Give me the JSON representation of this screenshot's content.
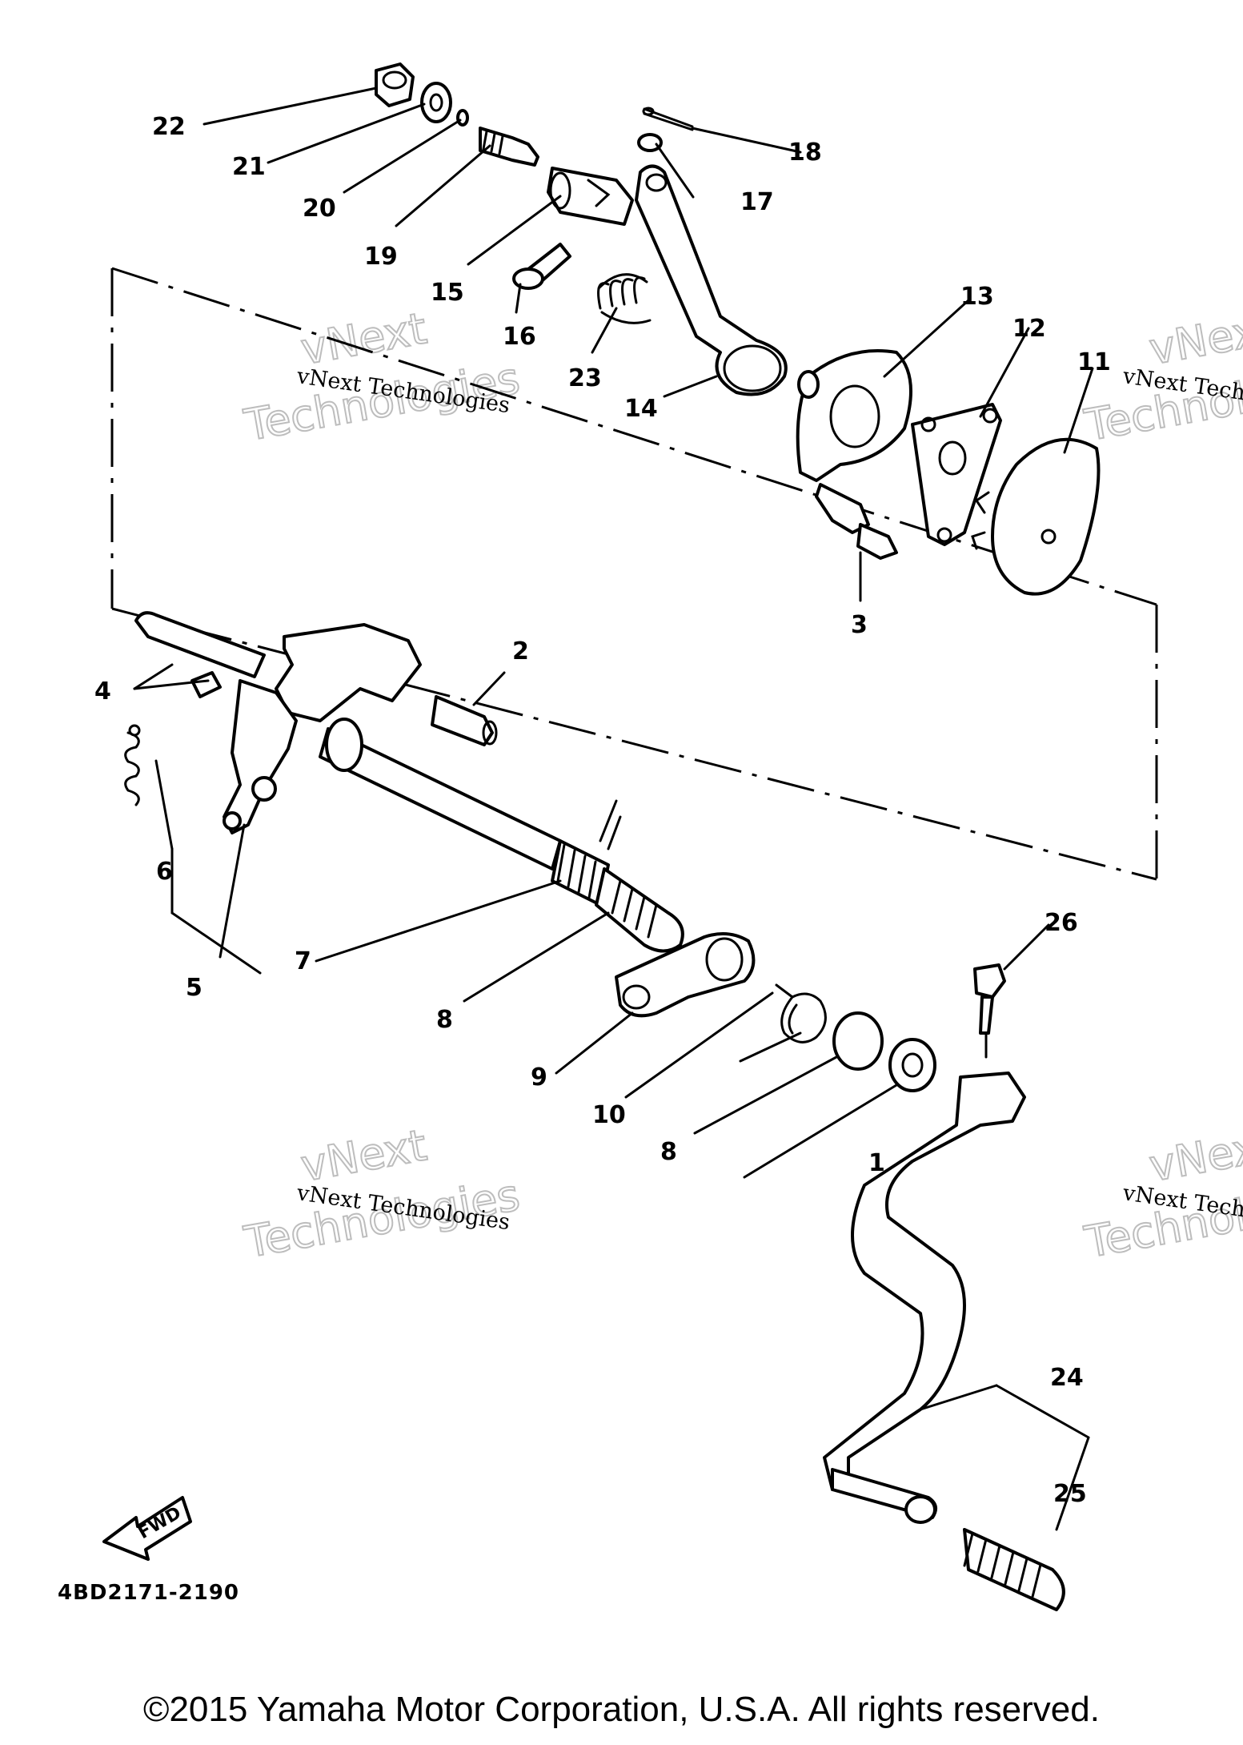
{
  "diagram": {
    "callouts": [
      "1",
      "2",
      "3",
      "4",
      "5",
      "6",
      "7",
      "8",
      "9",
      "10",
      "11",
      "12",
      "13",
      "14",
      "15",
      "16",
      "17",
      "18",
      "19",
      "20",
      "21",
      "22",
      "23",
      "24",
      "25",
      "26"
    ],
    "watermark_small": "vNext Technologies",
    "watermark_top": "vNext",
    "watermark_bottom": "Technologies",
    "direction_label": "FWD",
    "diagram_code": "4BD2171-2190"
  },
  "footer": {
    "copyright": "©2015 Yamaha Motor Corporation, U.S.A. All rights reserved."
  }
}
